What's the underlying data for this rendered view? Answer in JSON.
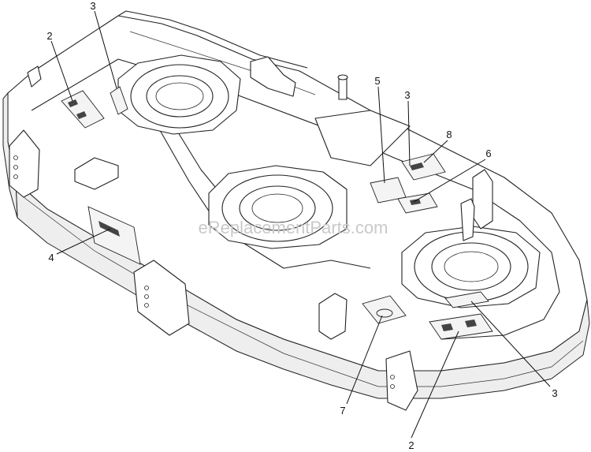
{
  "diagram": {
    "watermark": "eReplacementParts.com",
    "callouts": [
      {
        "id": "c2-top",
        "label": "2"
      },
      {
        "id": "c3-top-left",
        "label": "3"
      },
      {
        "id": "c5",
        "label": "5"
      },
      {
        "id": "c3-top-right",
        "label": "3"
      },
      {
        "id": "c8",
        "label": "8"
      },
      {
        "id": "c6",
        "label": "6"
      },
      {
        "id": "c4",
        "label": "4"
      },
      {
        "id": "c7",
        "label": "7"
      },
      {
        "id": "c3-bottom-right",
        "label": "3"
      },
      {
        "id": "c2-bottom",
        "label": "2"
      }
    ]
  }
}
